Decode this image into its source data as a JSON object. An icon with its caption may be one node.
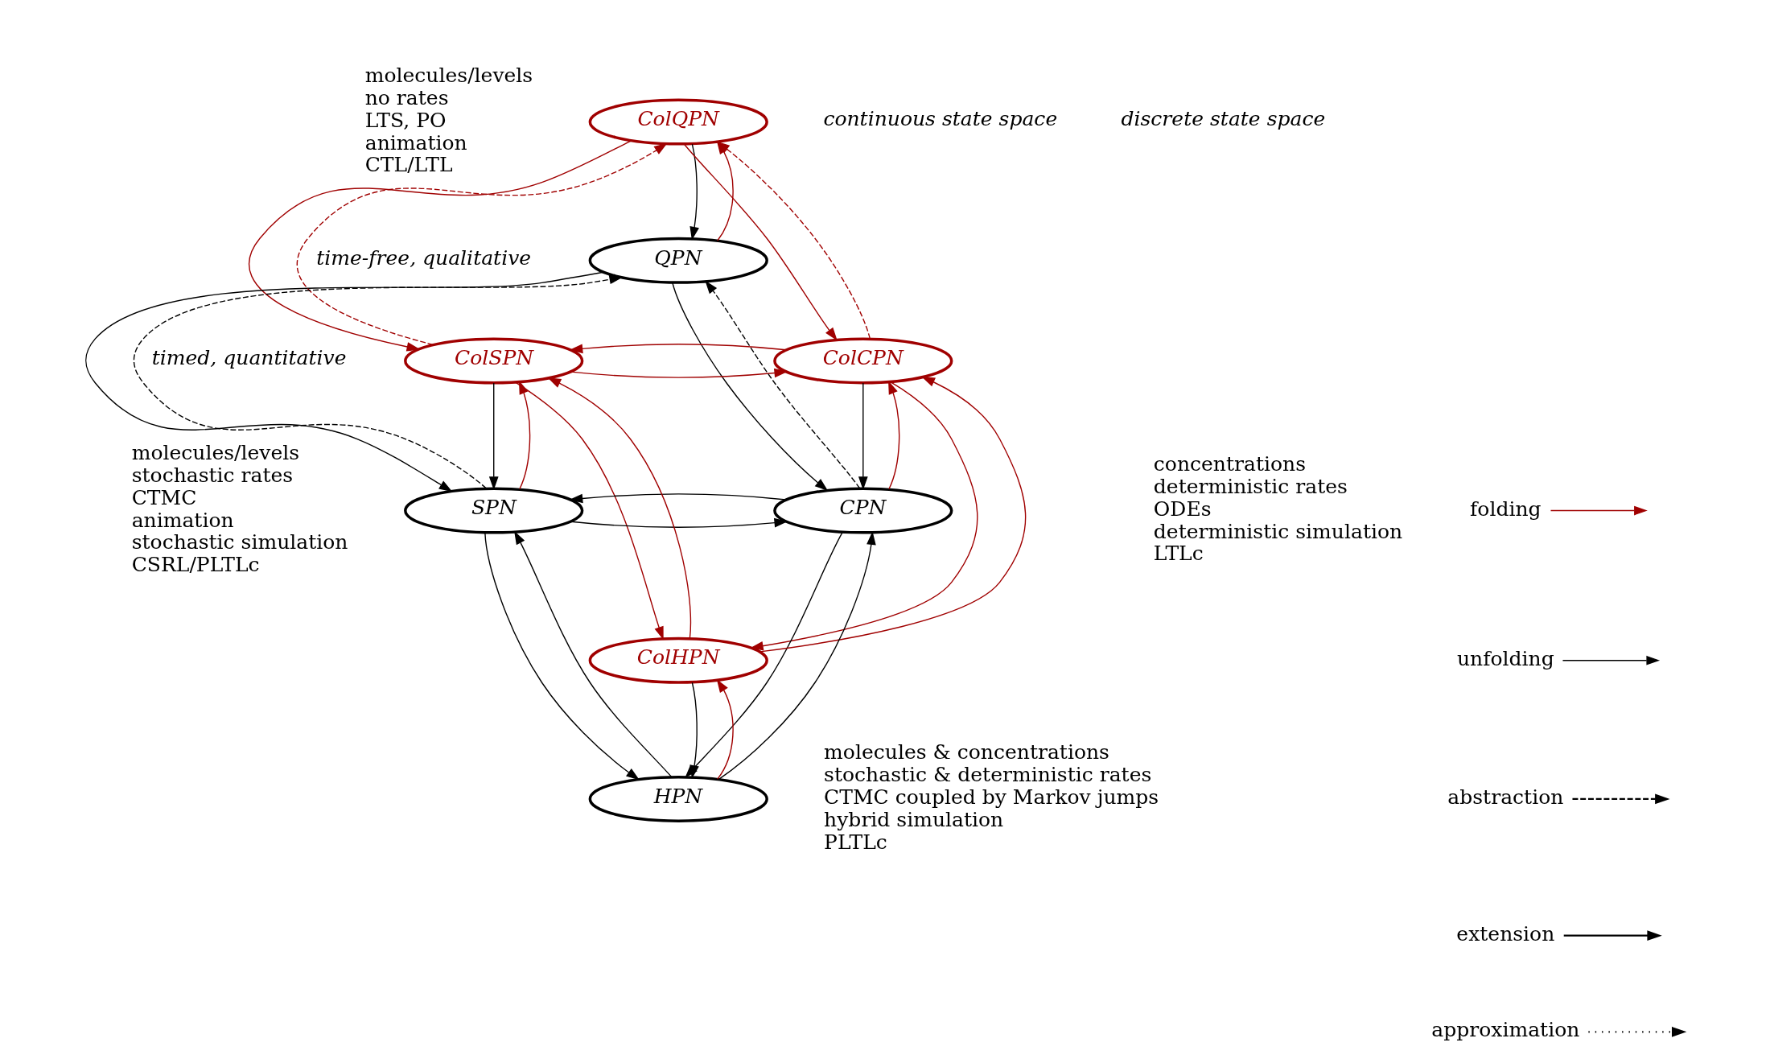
{
  "diagram": {
    "nodes": [
      {
        "text": [
          "ColQPN"
        ]
      },
      {
        "text": [
          "QPN"
        ]
      },
      {
        "text": [
          "ColSPN"
        ]
      },
      {
        "text": [
          "ColCPN"
        ]
      },
      {
        "text": [
          "SPN"
        ]
      },
      {
        "text": [
          "CPN"
        ]
      },
      {
        "text": [
          "ColHPN"
        ]
      },
      {
        "text": [
          "HPN"
        ]
      }
    ],
    "edges": [
      {
        "from": 0,
        "to": 1,
        "arrow": "to"
      },
      {
        "from": 1,
        "to": 0,
        "arrow": "to",
        "color": "#a00000"
      },
      {
        "from": 2,
        "to": 4,
        "arrow": "to"
      },
      {
        "from": 4,
        "to": 2,
        "arrow": "to",
        "color": "#a00000"
      },
      {
        "from": 3,
        "to": 5,
        "arrow": "to"
      },
      {
        "from": 5,
        "to": 3,
        "arrow": "to",
        "color": "#a00000"
      },
      {
        "from": 6,
        "to": 7,
        "arrow": "to"
      },
      {
        "from": 7,
        "to": 6,
        "arrow": "to",
        "color": "#a00000"
      },
      {
        "from": 2,
        "to": 0,
        "arrow": "to",
        "style": "dashed",
        "color": "#a00000"
      },
      {
        "from": 0,
        "to": 2,
        "arrow": "to",
        "color": "#a00000"
      },
      {
        "from": 3,
        "to": 0,
        "arrow": "to",
        "style": "dashed",
        "color": "#a00000"
      },
      {
        "from": 0,
        "to": 3,
        "arrow": "to",
        "color": "#a00000"
      },
      {
        "from": 4,
        "to": 1,
        "arrow": "to",
        "style": "dashed"
      },
      {
        "from": 1,
        "to": 4,
        "arrow": "to"
      },
      {
        "from": 5,
        "to": 1,
        "arrow": "to",
        "style": "dashed"
      },
      {
        "from": 1,
        "to": 5,
        "arrow": "to"
      },
      {
        "from": 2,
        "to": 3,
        "arrow": "to",
        "color": "#a00000"
      },
      {
        "from": 3,
        "to": 2,
        "arrow": "to",
        "color": "#a00000"
      },
      {
        "from": 4,
        "to": 5,
        "arrow": "to"
      },
      {
        "from": 5,
        "to": 4,
        "arrow": "to"
      },
      {
        "from": 2,
        "to": 6,
        "arrow": "to",
        "color": "#a00000"
      },
      {
        "from": 6,
        "to": 2,
        "arrow": "to",
        "color": "#a00000"
      },
      {
        "from": 3,
        "to": 6,
        "arrow": "to",
        "color": "#a00000"
      },
      {
        "from": 6,
        "to": 3,
        "arrow": "to",
        "color": "#a00000"
      },
      {
        "from": 4,
        "to": 7,
        "arrow": "to"
      },
      {
        "from": 7,
        "to": 4,
        "arrow": "to"
      },
      {
        "from": 5,
        "to": 7,
        "arrow": "to"
      },
      {
        "from": 7,
        "to": 5,
        "arrow": "to"
      }
    ],
    "labels": [
      "discrete state space",
      "continuous state space",
      "time-free, qualitative",
      "timed, quantitative",
      "molecules/levels",
      "no rates",
      "LTS, PO",
      "animation",
      "CTL/LTL",
      "molecules/levels",
      "stochastic rates",
      "CTMC",
      "animation",
      "stochastic simulation",
      "CSRL/PLTLc",
      "concentrations",
      "deterministic rates",
      "ODEs",
      "deterministic simulation",
      "LTLc",
      "molecules & concentrations",
      "stochastic & deterministic rates",
      "CTMC coupled by Markov jumps",
      "hybrid simulation",
      "PLTLc"
    ],
    "legend": [
      {
        "text": "folding"
      },
      {
        "text": "unfolding"
      },
      {
        "text": "abstraction"
      },
      {
        "text": "extension"
      },
      {
        "text": "approximation"
      }
    ]
  }
}
